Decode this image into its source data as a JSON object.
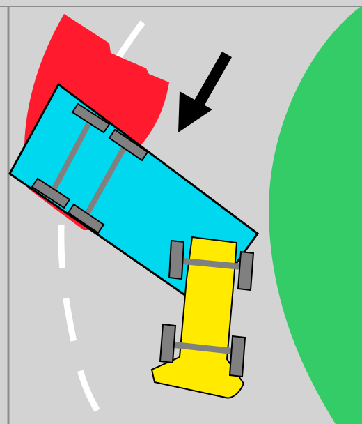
{
  "scene": {
    "colors": {
      "road": "#d3d3d3",
      "frame": "#8c8c8c",
      "lane_marking": "#ffffff",
      "grass": "#33cc66",
      "truck_cab": "#ff1a2e",
      "truck_trailer": "#00d8f0",
      "car_body": "#ffea00",
      "wheel": "#808080",
      "outline": "#000000",
      "arrow": "#000000"
    },
    "objects": [
      {
        "id": "red-truck-cab",
        "label_icon": "truck-cab-icon"
      },
      {
        "id": "blue-trailer",
        "label_icon": "trailer-icon"
      },
      {
        "id": "yellow-car",
        "label_icon": "car-icon"
      },
      {
        "id": "direction-arrow",
        "label_icon": "arrow-down-left-icon"
      },
      {
        "id": "grass-area",
        "label_icon": "grass-icon"
      },
      {
        "id": "lane-marking",
        "label_icon": "dashed-line-icon"
      }
    ]
  }
}
